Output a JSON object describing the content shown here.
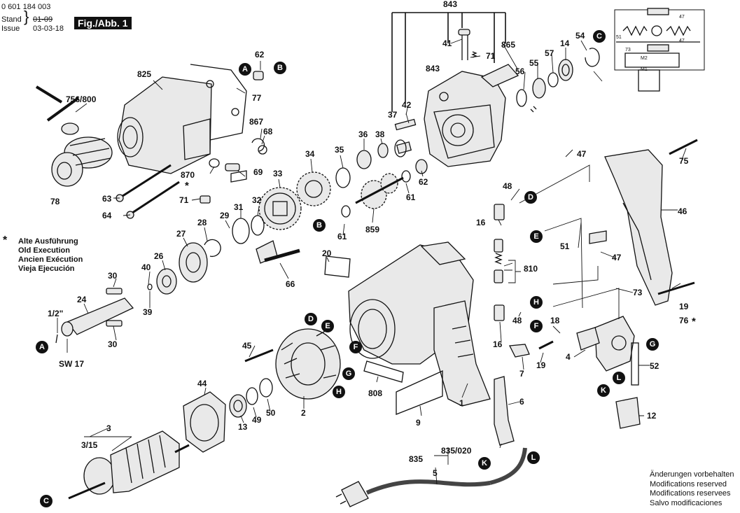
{
  "header": {
    "doc_number": "0 601 184 003",
    "stand_label": "Stand",
    "issue_label": "Issue",
    "old_date": "01-09",
    "new_date": "03-03-18",
    "figure_label": "Fig./Abb. 1"
  },
  "legend_notes": {
    "star": "*",
    "lines": [
      "Alte Ausführung",
      "Old Execution",
      "Ancien Exécution",
      "Vieja Ejecución"
    ]
  },
  "footer": {
    "lines": [
      "Änderungen vorbehalten",
      "Modifications reserved",
      "Modifications reservees",
      "Salvo modificaciones"
    ]
  },
  "labels": {
    "l843top": "843",
    "l843": "843",
    "l41": "41",
    "l71a": "71",
    "l865": "865",
    "l37": "37",
    "l42": "42",
    "l54": "54",
    "l14": "14",
    "l57": "57",
    "l55": "55",
    "l56": "56",
    "l825": "825",
    "l62a": "62",
    "l77": "77",
    "l756": "756/800",
    "l867": "867",
    "l68": "68",
    "l870": "870",
    "l69": "69",
    "l71b": "71",
    "l63": "63",
    "l64": "64",
    "l78": "78",
    "l36": "36",
    "l38": "38",
    "l35": "35",
    "l34": "34",
    "l33": "33",
    "l62b": "62",
    "l61a": "61",
    "l61b": "61",
    "l859": "859",
    "l31": "31",
    "l32": "32",
    "l29": "29",
    "l28": "28",
    "l27": "27",
    "l26": "26",
    "l40": "40",
    "l39": "39",
    "l30a": "30",
    "l30b": "30",
    "l24": "24",
    "l12in": "1/2\"",
    "lsw17": "SW 17",
    "l66": "66",
    "l20": "20",
    "l47a": "47",
    "l48a": "48",
    "l16a": "16",
    "l51": "51",
    "l47b": "47",
    "l810": "810",
    "l16b": "16",
    "l48b": "48",
    "l75": "75",
    "l46": "46",
    "l73": "73",
    "l19a": "19",
    "l76": "76",
    "l18": "18",
    "l19b": "19",
    "l4": "4",
    "l7": "7",
    "l52": "52",
    "l12": "12",
    "l6": "6",
    "l45": "45",
    "l808": "808",
    "l9": "9",
    "l1": "1",
    "l44": "44",
    "l2": "2",
    "l13": "13",
    "l49": "49",
    "l50": "50",
    "l3": "3",
    "l315": "3/15",
    "l835": "835",
    "l835020": "835/020",
    "l5": "5",
    "w47a": "47",
    "w47b": "47",
    "w51": "51",
    "w73": "73",
    "wM2": "M2",
    "wM1": "M1"
  },
  "callouts": [
    "A",
    "B",
    "C",
    "D",
    "E",
    "F",
    "G",
    "H",
    "K",
    "L"
  ]
}
